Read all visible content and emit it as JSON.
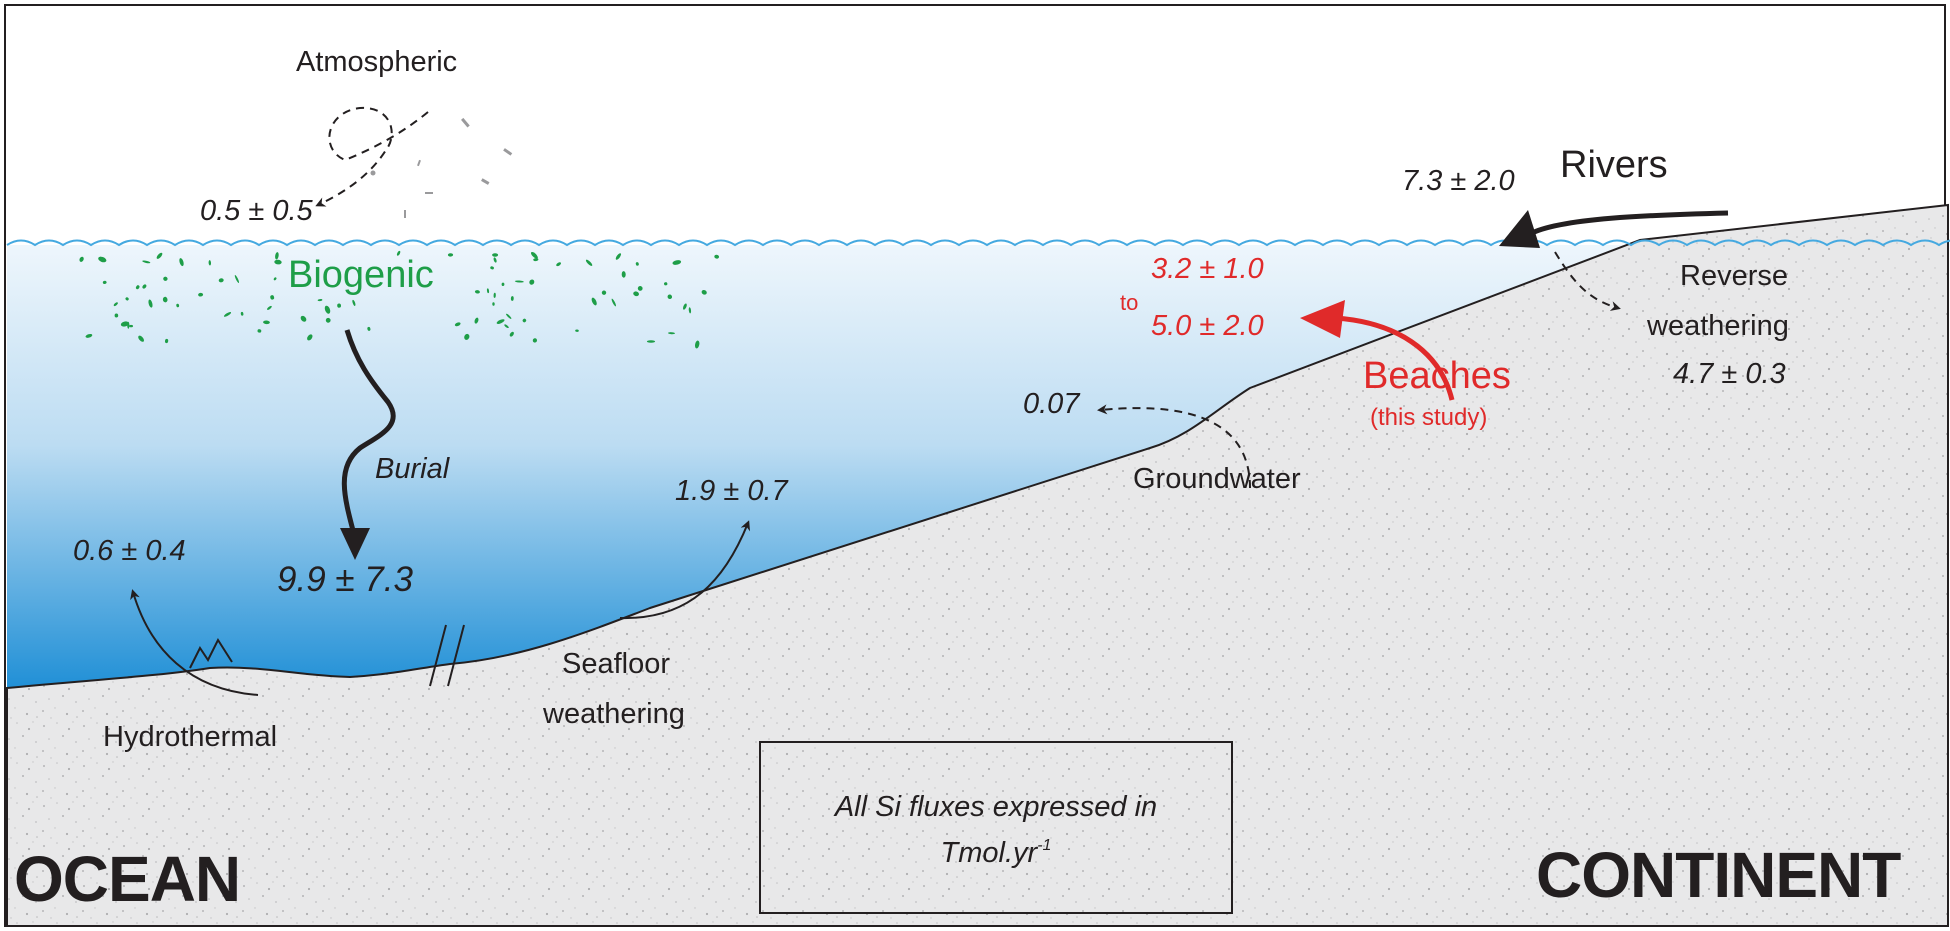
{
  "flux_labels": {
    "atmospheric": "Atmospheric",
    "atmospheric_value": "0.5 ± 0.5",
    "biogenic": "Biogenic",
    "burial": "Burial",
    "burial_value": "9.9 ± 7.3",
    "hydrothermal": "Hydrothermal",
    "hydrothermal_value": "0.6 ± 0.4",
    "seafloor_line1": "Seafloor",
    "seafloor_line2": "weathering",
    "seafloor_value": "1.9 ± 0.7",
    "groundwater": "Groundwater",
    "groundwater_value": "0.07",
    "beaches": "Beaches",
    "beaches_sub": "(this study)",
    "beaches_value_low": "3.2 ± 1.0",
    "beaches_to": "to",
    "beaches_value_high": "5.0 ± 2.0",
    "rivers": "Rivers",
    "rivers_value": "7.3 ± 2.0",
    "reverse_line1": "Reverse",
    "reverse_line2": "weathering",
    "reverse_value": "4.7 ± 0.3"
  },
  "regions": {
    "ocean": "OCEAN",
    "continent": "CONTINENT"
  },
  "note": {
    "line1": "All Si fluxes expressed in",
    "line2_base": "Tmol.yr",
    "line2_sup": "-1"
  },
  "colors": {
    "ocean_deep": "#1f8fd6",
    "ocean_light": "#e9f3fb",
    "land": "#e7e7e8",
    "ink": "#231f20",
    "beaches_red": "#e02a2a",
    "biogenic_green": "#1e9e48",
    "wave_blue": "#45a9e0"
  }
}
